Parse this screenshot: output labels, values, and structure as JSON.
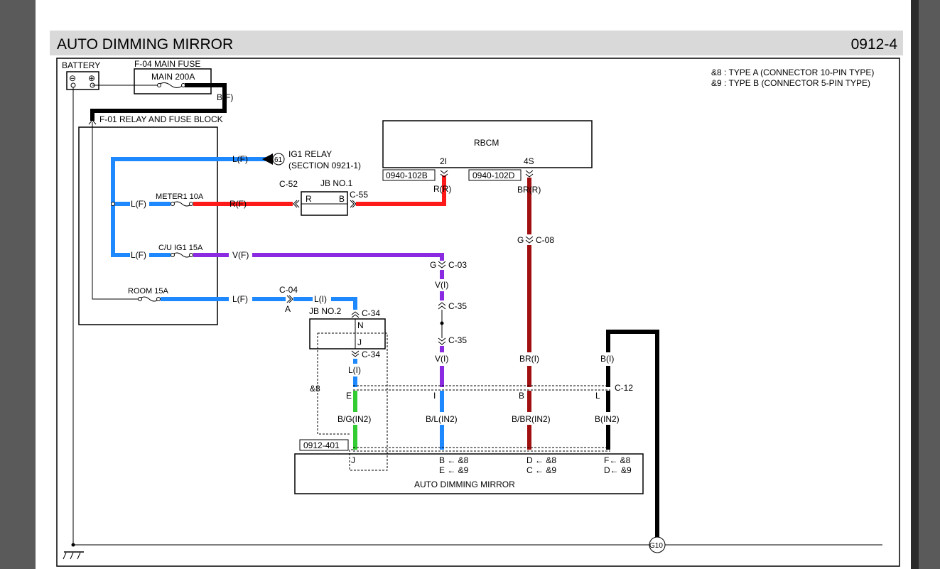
{
  "title": "AUTO DIMMING MIRROR",
  "page_code": "0912-4",
  "notes": [
    "&8 : TYPE A (CONNECTOR 10-PIN TYPE)",
    "&9 : TYPE B (CONNECTOR 5-PIN TYPE)"
  ],
  "battery": {
    "label": "BATTERY",
    "minus": "⊖",
    "plus": "⊕"
  },
  "main_fuse": {
    "label": "F-04  MAIN FUSE",
    "rating": "MAIN 200A",
    "wire": "B(F)"
  },
  "relay_block": {
    "label": "F-01  RELAY AND FUSE BLOCK"
  },
  "ig1_relay": {
    "ref": "61",
    "line1": "IG1 RELAY",
    "line2": "(SECTION 0921-1)",
    "wire": "L(F)"
  },
  "fuses": {
    "meter": {
      "label": "METER1 10A",
      "in": "L(F)",
      "out": "R(F)"
    },
    "cu_ig1": {
      "label": "C/U IG1 15A",
      "in": "L(F)",
      "out": "V(F)"
    },
    "room": {
      "label": "ROOM 15A",
      "out": "L(F)"
    }
  },
  "jb1": {
    "label": "JB NO.1",
    "pin_left": "R",
    "pin_right": "B",
    "conn_left": "C-52",
    "conn_right": "C-55"
  },
  "jb2": {
    "label": "JB NO.2",
    "pin_top": "N",
    "pin_bottom": "J",
    "conn_top": "C-34",
    "conn_bottom": "C-34"
  },
  "rbcm": {
    "label": "RBCM",
    "pin1": "2I",
    "pin2": "4S",
    "ref1": "0940-102B",
    "ref2": "0940-102D"
  },
  "wires": {
    "rbcm1": "R(R)",
    "rbcm2": "BR(R)",
    "c08_pin": "G",
    "c08": "C-08",
    "c03_pin": "G",
    "c03": "C-03",
    "v_i_top": "V(I)",
    "c35a": "C-35",
    "c35b": "C-35",
    "v_i_bot": "V(I)",
    "c04": "C-04",
    "c04_pin": "A",
    "l_i": "L(I)",
    "l_i_2": "L(I)",
    "br_i": "BR(I)",
    "b_i": "B(I)"
  },
  "c12": {
    "label": "C-12",
    "pin_e": "E",
    "pin_i": "I",
    "pin_b": "B",
    "pin_l": "L"
  },
  "lower_wires": {
    "w1": "B/G(IN2)",
    "w2": "B/L(IN2)",
    "w3": "B/BR(IN2)",
    "w4": "B(IN2)"
  },
  "option": {
    "tag": "&8",
    "ref": "0912-401"
  },
  "mirror": {
    "label": "AUTO DIMMING MIRROR",
    "pin_j": "J",
    "p2a": "B ← &8",
    "p2b": "E ← &9",
    "p3a": "D ← &8",
    "p3b": "C ← &9",
    "p4a": "F← &8",
    "p4b": "D← &9"
  },
  "ground": {
    "label": "G10"
  }
}
